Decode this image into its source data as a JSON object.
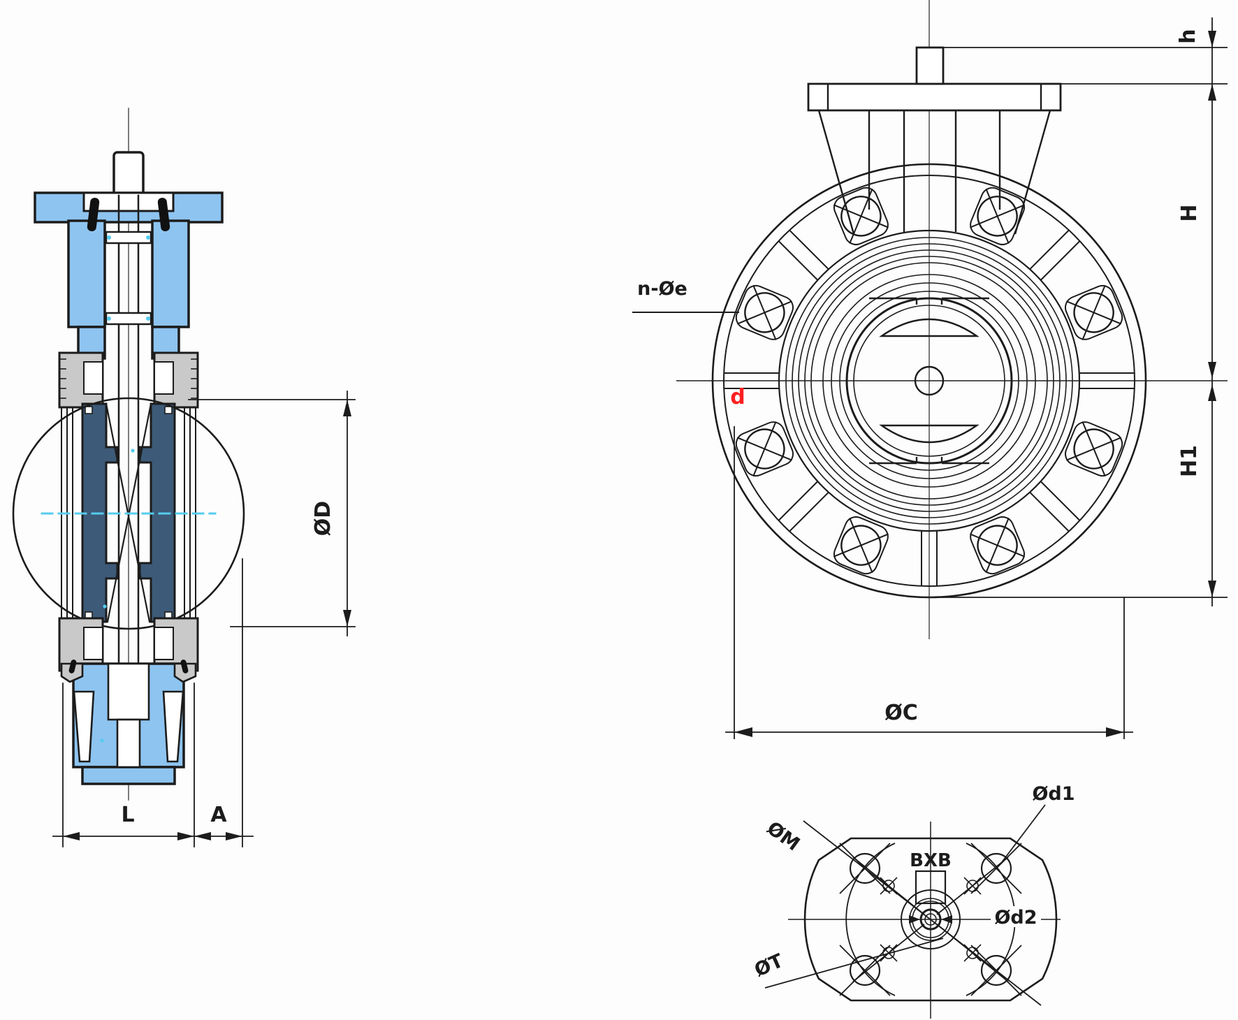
{
  "drawing": {
    "title": "butterfly-valve-dimension-drawing",
    "views": {
      "side_section": "valve cross section (left)",
      "front": "valve front view (right)",
      "mounting_pad": "actuator mounting pad detail (bottom right)"
    },
    "colors": {
      "body_blue": "#8ec4f0",
      "disc_navy": "#3d5a78",
      "thread_gray": "#c9c9c9",
      "centerline_cyan": "#55ccee",
      "label_red": "#ff2020",
      "line": "#1c1c1c",
      "background": "#fdfdfd"
    }
  },
  "labels": {
    "side": {
      "bore": "ØD",
      "face_to_face": "L",
      "disc_chord": "A"
    },
    "front": {
      "stem_top": "h",
      "center_to_top": "H",
      "center_to_bottom": "H1",
      "bolt_holes": "n-Øe",
      "shaft": "d",
      "body_diameter": "ØC"
    },
    "pad": {
      "bolt_circle_major": "ØM",
      "bolt_circle_minor": "ØT",
      "stem_square": "BXB",
      "hole_large": "Ød1",
      "hole_small": "Ød2"
    }
  }
}
